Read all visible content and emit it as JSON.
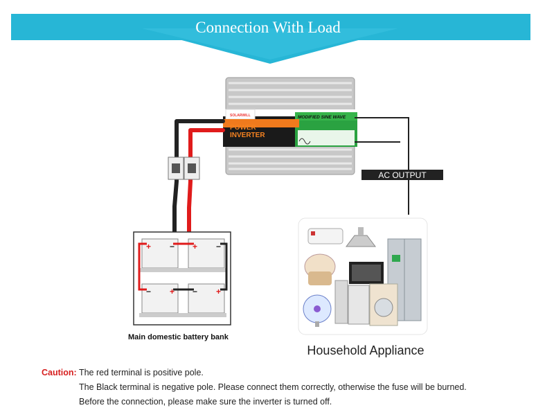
{
  "header": {
    "title": "Connection With Load"
  },
  "inverter": {
    "brand": "SOLARWILL",
    "title_line1": "POWER",
    "title_line2": "INVERTER",
    "wave_label": "MODIFIED SINE WAVE"
  },
  "ac_output_label": "AC OUTPUT",
  "battery_caption": "Main domestic battery bank",
  "appliance_caption": "Household Appliance",
  "caution": {
    "label": "Caution:",
    "line1": "The red terminal is positive pole.",
    "line2": "The Black terminal is negative pole. Please connect them correctly, otherwise the fuse will be burned.",
    "line3": "Before the connection, please make sure the inverter is turned off."
  },
  "colors": {
    "banner": "#27b6d6",
    "positive_wire": "#e01b1b",
    "negative_wire": "#222222",
    "caution": "#d61f1f"
  }
}
